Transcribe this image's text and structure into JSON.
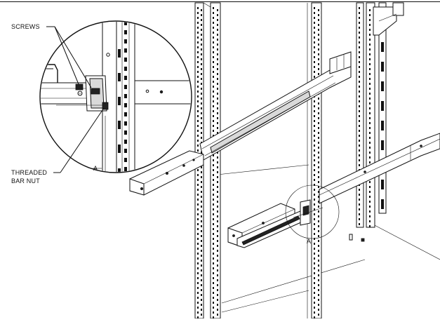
{
  "labels": {
    "screws": "SCREWS",
    "threaded_1": "THREADED",
    "threaded_2": "BAR NUT",
    "detail_mark_large": "A",
    "detail_mark_small": "A"
  },
  "colors": {
    "line": "#111111",
    "background": "#ffffff",
    "shade": "#d9d9d9"
  }
}
